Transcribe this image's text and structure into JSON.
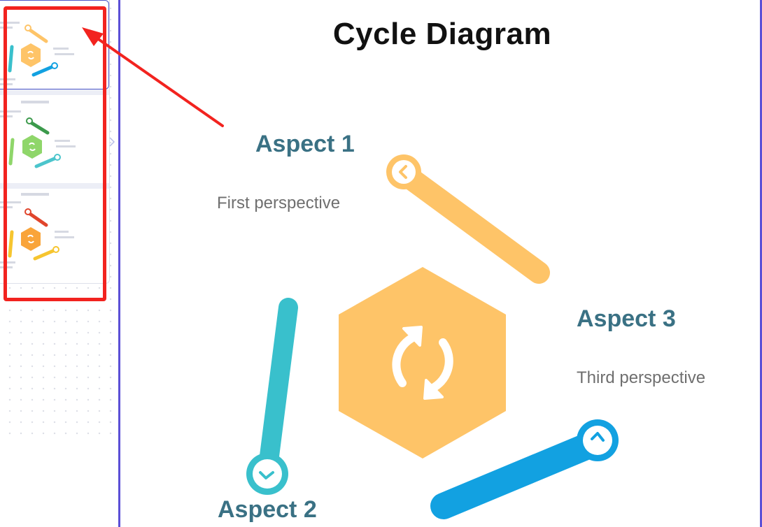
{
  "diagram": {
    "title": "Cycle Diagram",
    "center_icon": "refresh-cycle-icon",
    "center_color": "#fec468",
    "aspects": [
      {
        "title": "Aspect 1",
        "description": "First perspective",
        "color": "#fec468"
      },
      {
        "title": "Aspect 2",
        "description": "",
        "color": "#39c0cc"
      },
      {
        "title": "Aspect 3",
        "description": "Third perspective",
        "color": "#12a1e1"
      }
    ]
  },
  "templates": [
    {
      "theme": "orange-blue",
      "hex_color": "#fec468",
      "bar_colors": [
        "#fec468",
        "#12a1e1",
        "#39c0cc"
      ],
      "selected": true
    },
    {
      "theme": "green-teal",
      "hex_color": "#8fd66a",
      "bar_colors": [
        "#3c9a4c",
        "#4cc5cc",
        "#8fd66a"
      ],
      "selected": false
    },
    {
      "theme": "red-yellow",
      "hex_color": "#f9a43a",
      "bar_colors": [
        "#e0452c",
        "#f6c52f",
        "#f6c52f"
      ],
      "selected": false
    }
  ],
  "annotation": {
    "color": "#f2231f"
  }
}
